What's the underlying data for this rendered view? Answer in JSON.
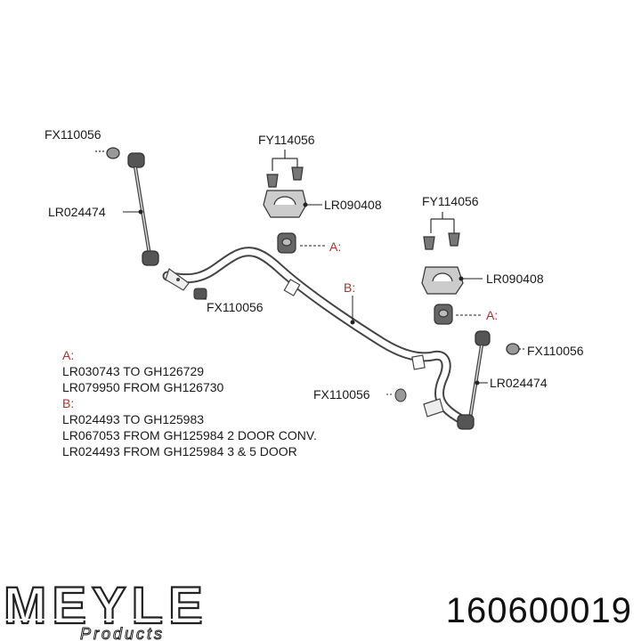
{
  "labels": {
    "fx_top_left": "FX110056",
    "lr_left_link": "LR024474",
    "fy_left": "FY114056",
    "lr_bracket_left": "LR090408",
    "a_left": "A:",
    "b_bar": "B:",
    "fx_mid_left": "FX110056",
    "fy_right": "FY114056",
    "lr_bracket_right": "LR090408",
    "a_right": "A:",
    "fx_right_top": "FX110056",
    "lr_right_link": "LR024474",
    "fx_right_bottom": "FX110056"
  },
  "legend": {
    "a_key": "A:",
    "a_line1": "LR030743 TO GH126729",
    "a_line2": "LR079950 FROM GH126730",
    "b_key": "B:",
    "b_line1": "LR024493 TO GH125983",
    "b_line2": "LR067053 FROM GH125984 2 DOOR CONV.",
    "b_line3": "LR024493 FROM GH125984 3 & 5 DOOR"
  },
  "brand": {
    "name": "MEYLE",
    "sub": "Products"
  },
  "part_number": "160600019",
  "colors": {
    "accent": "#b0302a",
    "ink": "#1a1a1a"
  }
}
